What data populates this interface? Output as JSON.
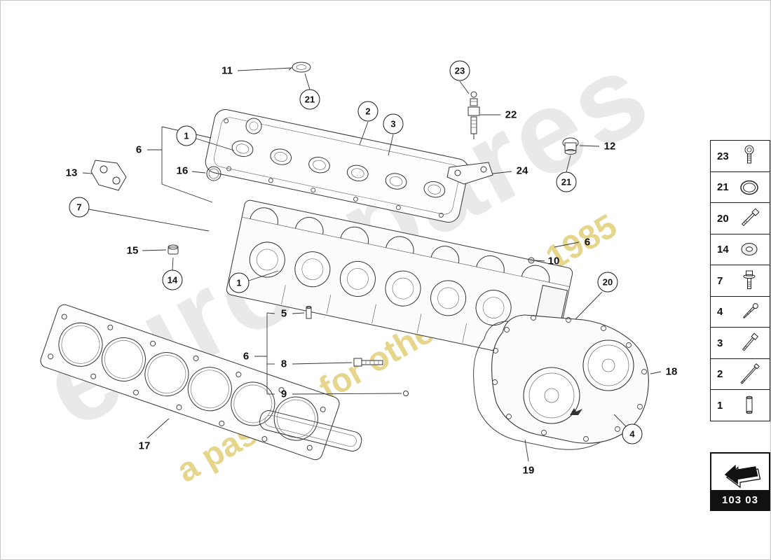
{
  "watermarks": {
    "brand": "eurospares",
    "tagline": "a passion for others since 1985"
  },
  "callouts": [
    {
      "label": "11",
      "circled": false
    },
    {
      "label": "21",
      "circled": true
    },
    {
      "label": "23",
      "circled": true
    },
    {
      "label": "22",
      "circled": false
    },
    {
      "label": "2",
      "circled": true
    },
    {
      "label": "3",
      "circled": true
    },
    {
      "label": "24",
      "circled": false
    },
    {
      "label": "12",
      "circled": false
    },
    {
      "label": "21",
      "circled": true
    },
    {
      "label": "1",
      "circled": true
    },
    {
      "label": "6",
      "circled": false
    },
    {
      "label": "13",
      "circled": false
    },
    {
      "label": "16",
      "circled": false
    },
    {
      "label": "7",
      "circled": true
    },
    {
      "label": "15",
      "circled": false
    },
    {
      "label": "14",
      "circled": true
    },
    {
      "label": "10",
      "circled": false
    },
    {
      "label": "6",
      "circled": false
    },
    {
      "label": "1",
      "circled": true
    },
    {
      "label": "5",
      "circled": false
    },
    {
      "label": "8",
      "circled": false
    },
    {
      "label": "9",
      "circled": false
    },
    {
      "label": "6",
      "circled": false
    },
    {
      "label": "20",
      "circled": true
    },
    {
      "label": "17",
      "circled": false
    },
    {
      "label": "18",
      "circled": false
    },
    {
      "label": "19",
      "circled": false
    },
    {
      "label": "4",
      "circled": true
    }
  ],
  "sidebar": {
    "items": [
      {
        "number": "23",
        "icon": "pan-head-screw-icon"
      },
      {
        "number": "21",
        "icon": "o-ring-icon"
      },
      {
        "number": "20",
        "icon": "socket-bolt-icon"
      },
      {
        "number": "14",
        "icon": "washer-icon"
      },
      {
        "number": "7",
        "icon": "flange-bolt-icon"
      },
      {
        "number": "4",
        "icon": "screw-icon"
      },
      {
        "number": "3",
        "icon": "hex-bolt-icon"
      },
      {
        "number": "2",
        "icon": "long-bolt-icon"
      },
      {
        "number": "1",
        "icon": "stud-icon"
      }
    ]
  },
  "footer_code": {
    "label": "103 03"
  }
}
